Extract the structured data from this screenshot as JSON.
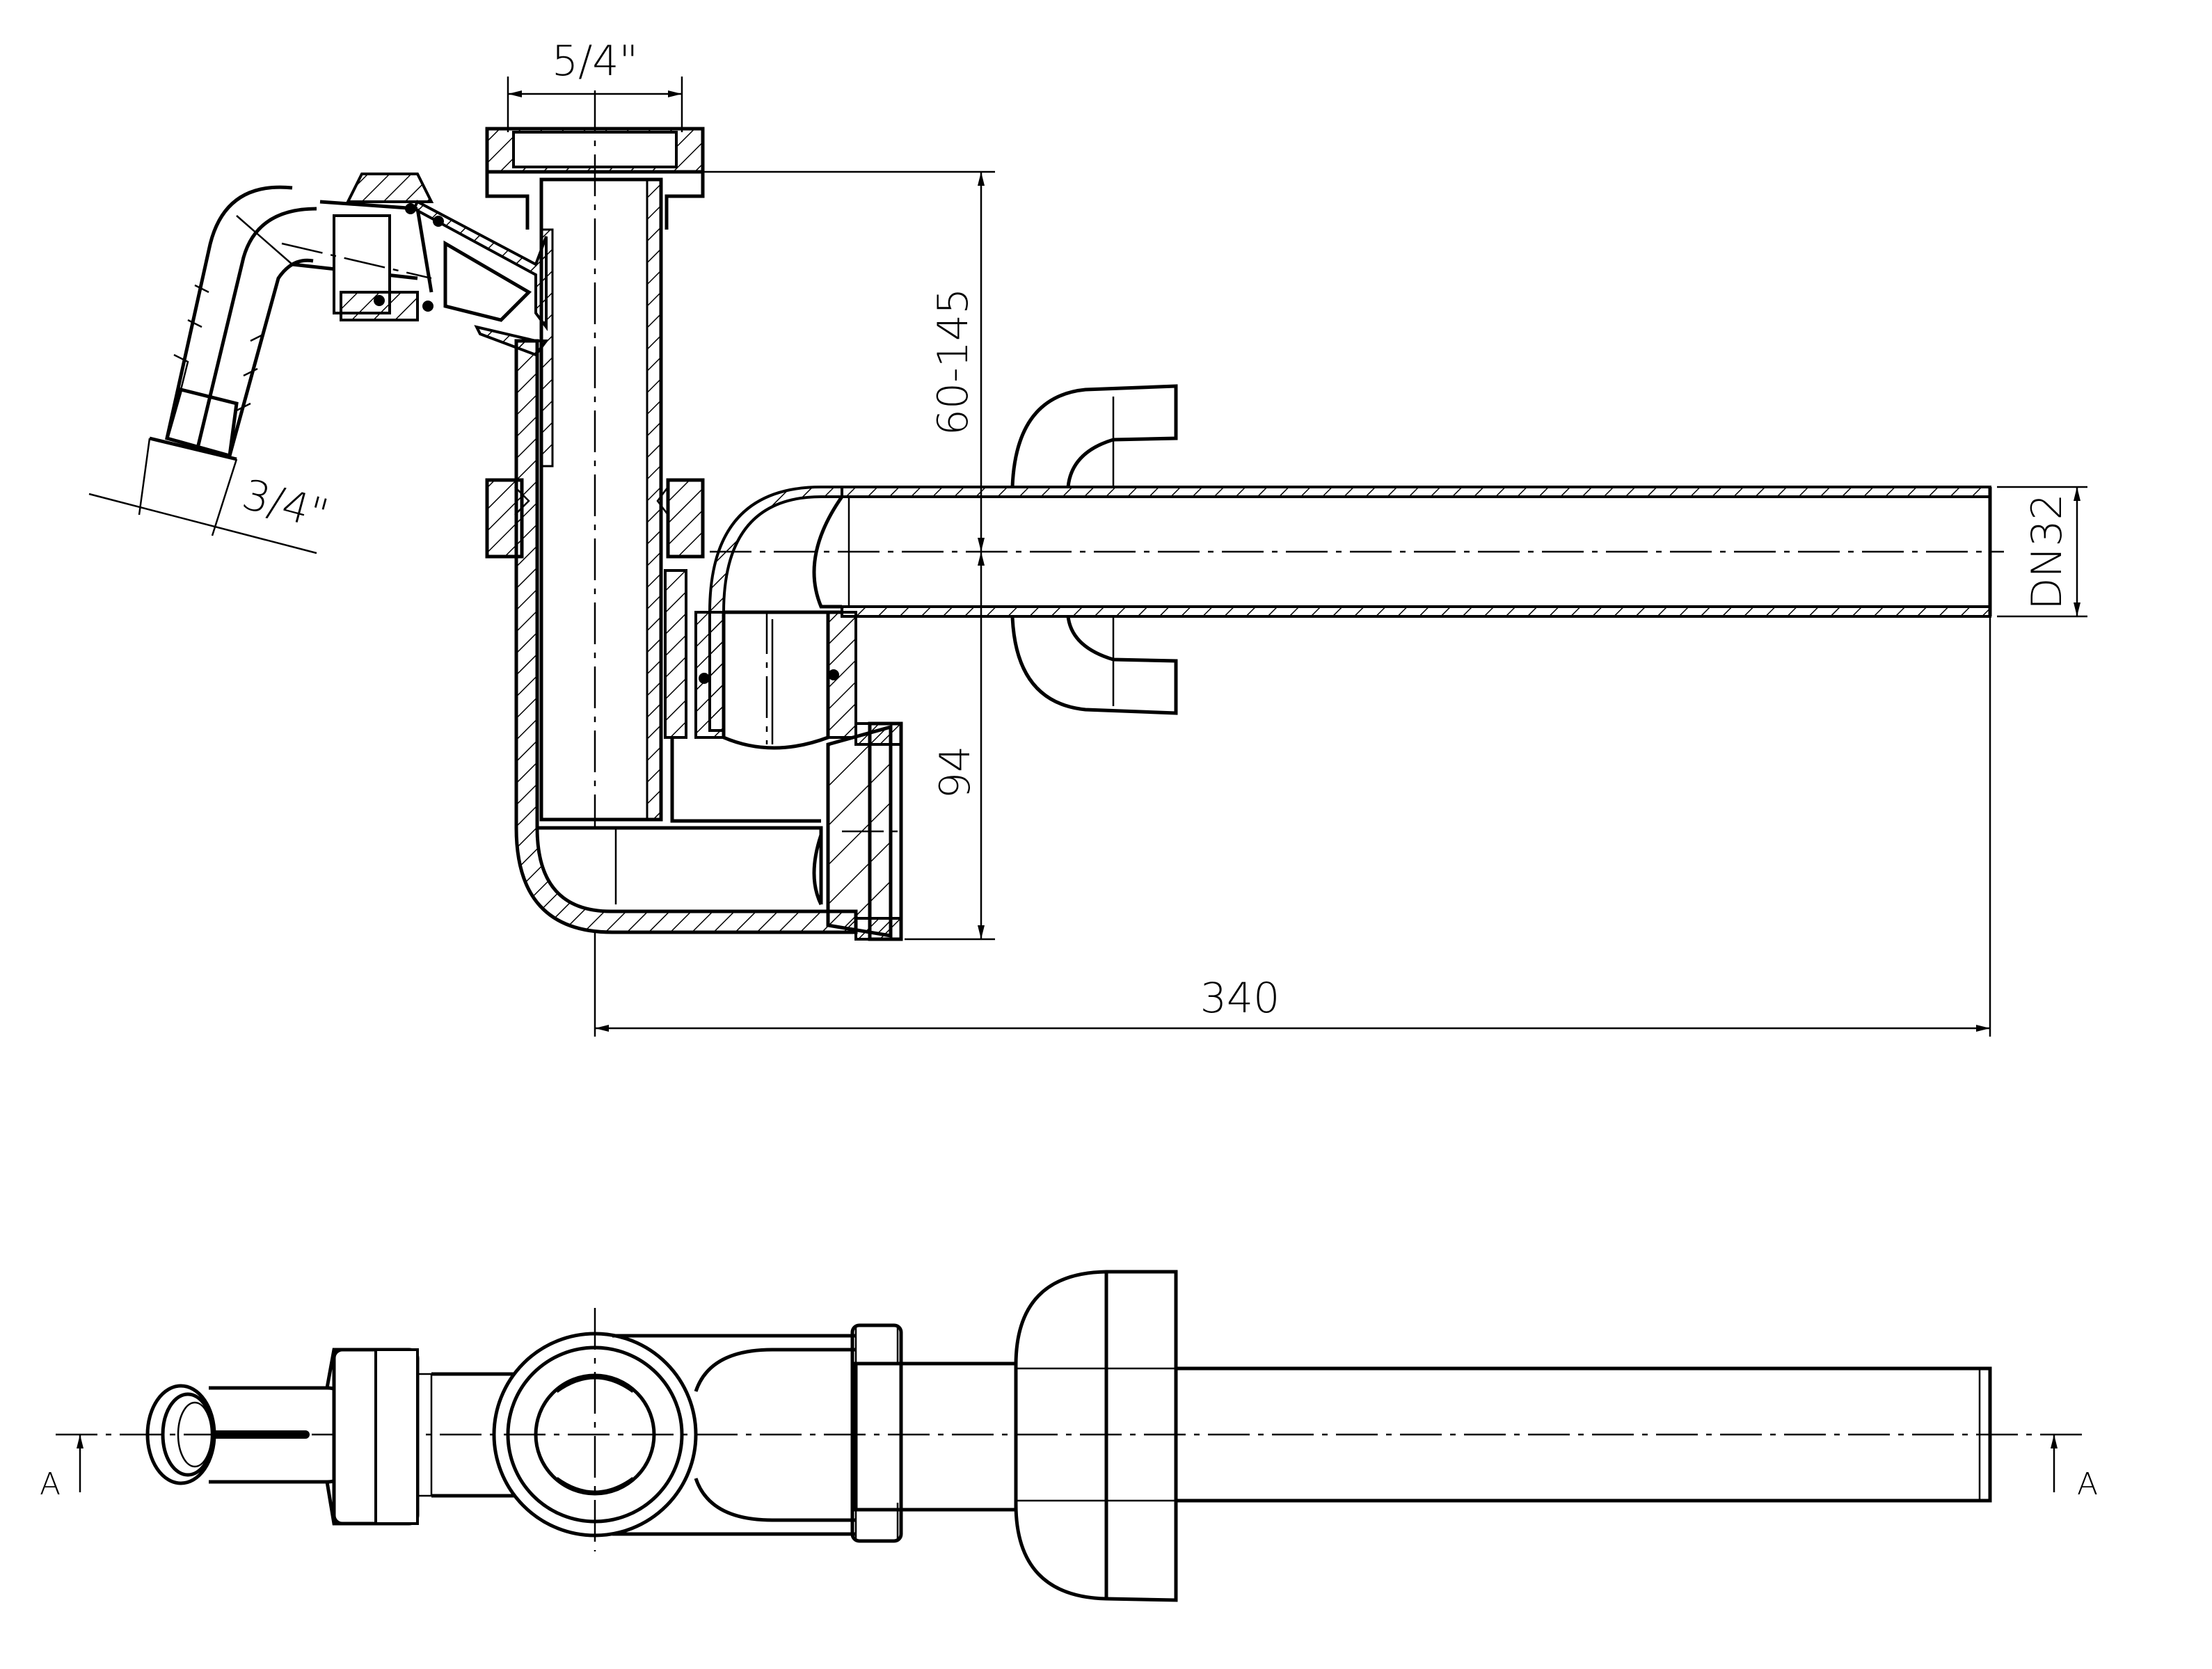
{
  "dimensions": {
    "top_thread": "5/4\"",
    "side_thread": "3/4\"",
    "height_range": "60-145",
    "pipe_diameter": "DN32",
    "trap_height": "94",
    "total_length": "340"
  },
  "section_marks": {
    "left": "A",
    "right": "A"
  },
  "colors": {
    "line": "#000000",
    "background": "#ffffff"
  }
}
